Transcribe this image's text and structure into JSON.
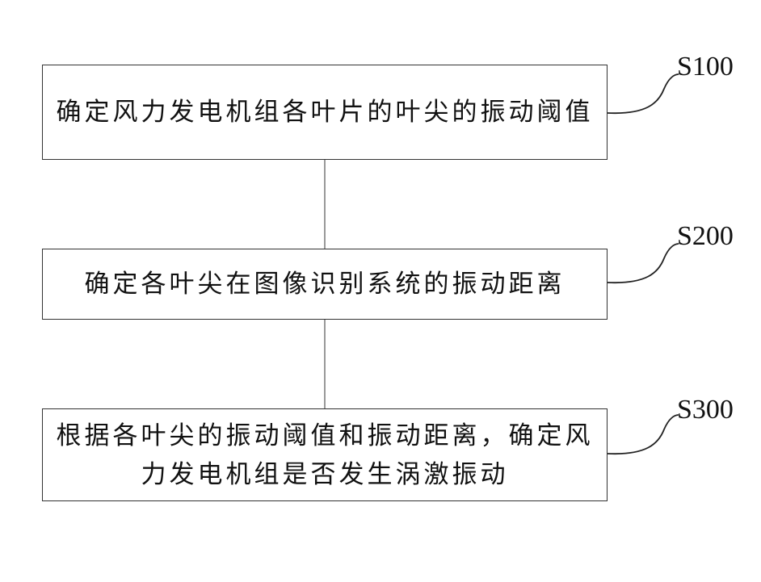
{
  "steps": [
    {
      "id": "S100",
      "text": "确定风力发电机组各叶片的叶尖的振动阈值"
    },
    {
      "id": "S200",
      "text": "确定各叶尖在图像识别系统的振动距离"
    },
    {
      "id": "S300",
      "text": "根据各叶尖的振动阈值和振动距离，确定风力发电机组是否发生涡激振动"
    }
  ]
}
